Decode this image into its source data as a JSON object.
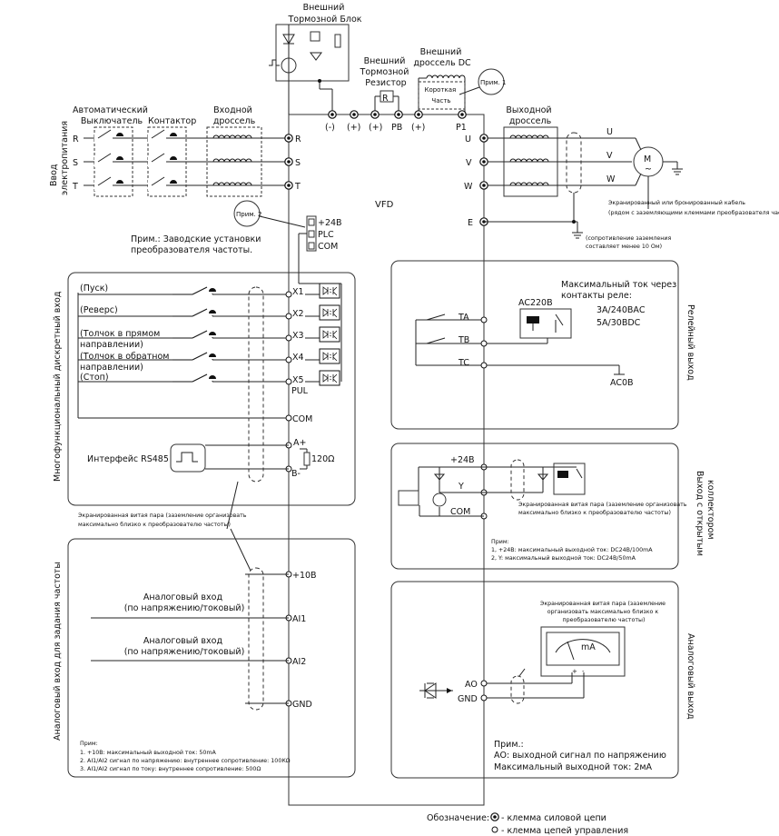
{
  "labels": {
    "vfd": "VFD",
    "brake_unit": "Внешний\nТормозной Блок",
    "brake_resistor": "Внешний\nТормозной\nРезистор",
    "resistor_r": "R",
    "dc_choke": "Внешний\nдроссель DC",
    "short_part": "Короткая\nЧасть",
    "note1": "Прим. 1",
    "note2": "Прим. 2",
    "breaker": "Автоматический\nВыключатель",
    "contactor": "Контактор",
    "input_choke": "Входной\nдроссель",
    "output_choke": "Выходной\nдроссель",
    "power_input": "Ввод\nэлектропитания",
    "factory_settings": "Прим.: Заводские установки\nпреобразователя частоты.",
    "motor_m": "M",
    "motor_tilde": "~",
    "shielded_cable": "Экранированный или бронированный кабель\n(рядом с заземляющими клеммами преобразователя частоты)",
    "grounding_note": "(сопротивление заземления\nсоставляет менее 10 Ом)",
    "multi_input_title": "Многофункциональный дискретный вход",
    "relay_output_title": "Релейный выход",
    "open_collector_title": "Выход с открытым\nколлектором",
    "analog_output_title": "Аналоговый выход",
    "analog_input_title": "Аналоговый вход для задания частоты",
    "rs485": "Интерфейс RS485",
    "res_120": "120Ω",
    "twisted_pair_left": "Экранированная витая пара (заземление организовать\nмаксимально близко к преобразователю частоты)",
    "twisted_pair_oc": "Экранированная витая пара (заземление организовать\nмаксимально близко к преобразователю частоты)",
    "twisted_pair_ao": "Экранированная витая пара (заземление\nорганизовать максимально близко к\nпреобразователю частоты)",
    "relay_max_current": "Максимальный ток через\nконтакты реле:",
    "relay_ratings": "3A/240ВАС\n5A/30ВDC",
    "ac220": "AC220В",
    "ac0": "AC0В",
    "oc_note": "Прим:\n1, +24В: максимальный выходной ток: DC24В/100mA\n2, Y: максимальный выходной ток: DC24В/50mA",
    "ao_note": "Прим.:\nАО: выходной сигнал по напряжению\nМаксимальный выходной ток: 2мА",
    "ai_note": "Прим:\n1. +10В: максимальный выходной ток: 50mA\n2. AI1/AI2 сигнал по напряжению: внутреннее сопротивление: 100КΩ\n3. AI1/AI2 сигнал по току: внутреннее сопротивление: 500Ω",
    "analog_in_1": "Аналоговый вход\n(по напряжению/токовый)",
    "analog_in_2": "Аналоговый вход\n(по напряжению/токовый)",
    "meter_unit": "mA",
    "legend_title": "Обозначение:",
    "legend_power": "- клемма силовой цепи",
    "legend_control": "- клемма цепей управления"
  },
  "terminals": {
    "input": [
      "R",
      "S",
      "T"
    ],
    "output": [
      "U",
      "V",
      "W"
    ],
    "dc_bus": [
      "(-)",
      "(+)",
      "(+)",
      "PB",
      "(+)",
      "P1"
    ],
    "ground": "E",
    "power_supply": [
      "+24В",
      "PLC",
      "COM"
    ],
    "digital": [
      "X1",
      "X2",
      "X3",
      "X4",
      "X5",
      "PUL",
      "COM"
    ],
    "rs485": [
      "A+",
      "B-"
    ],
    "analog_in": [
      "+10В",
      "AI1",
      "AI2",
      "GND"
    ],
    "relay": [
      "TA",
      "TB",
      "TC"
    ],
    "open_collector": [
      "+24В",
      "Y",
      "COM"
    ],
    "analog_out": [
      "AO",
      "GND"
    ]
  },
  "digital_inputs": [
    "(Пуск)",
    "(Реверс)",
    "(Толчок в прямом\nнаправлении)",
    "(Толчок в обратном\nнаправлении)",
    "(Стоп)"
  ]
}
